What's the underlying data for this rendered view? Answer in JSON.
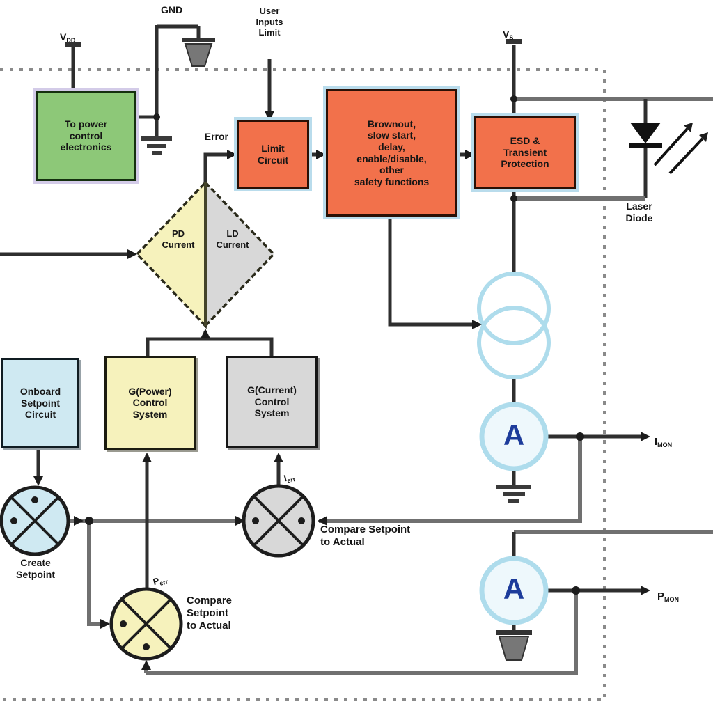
{
  "diagram": {
    "kind": "laser-diode-driver-functional-block-diagram",
    "terminals": {
      "vdd": {
        "base": "V",
        "sub": "DD"
      },
      "gnd": "GND",
      "user_inputs": "User\nInputs\nLimit",
      "vs": {
        "base": "V",
        "sub": "S"
      }
    },
    "blocks": {
      "power_control": "To power\ncontrol\nelectronics",
      "limit_circuit": "Limit\nCircuit",
      "safety": "Brownout,\nslow start,\ndelay,\nenable/disable,\nother\nsafety functions",
      "esd": "ESD &\nTransient\nProtection",
      "onboard_setpoint": "Onboard\nSetpoint\nCircuit",
      "g_power": "G(Power)\nControl\nSystem",
      "g_current": "G(Current)\nControl\nSystem"
    },
    "selector": {
      "left": "PD\nCurrent",
      "right": "LD\nCurrent"
    },
    "junctions": {
      "create_setpoint": "Create\nSetpoint",
      "compare_current": "Compare Setpoint\nto Actual",
      "compare_power": "Compare\nSetpoint\nto Actual",
      "i_err": {
        "base": "I",
        "sub": "err"
      },
      "p_err": {
        "base": "P",
        "sub": "err"
      }
    },
    "signals": {
      "error": "Error",
      "i_mon": {
        "base": "I",
        "sub": "MON"
      },
      "p_mon": {
        "base": "P",
        "sub": "MON"
      }
    },
    "laser_diode": "Laser\nDiode",
    "ammeter": "A",
    "colors": {
      "green_block": "#8dc878",
      "orange_block": "#f2714b",
      "blue_block": "#cfe9f2",
      "yellow_block": "#f6f2bc",
      "gray_block": "#d8d8d8",
      "ammeter_letter": "#1d3c9b",
      "current_source_stroke": "#aedcec",
      "wire_dark": "#2e2e2e",
      "wire_gray": "#707070"
    }
  }
}
